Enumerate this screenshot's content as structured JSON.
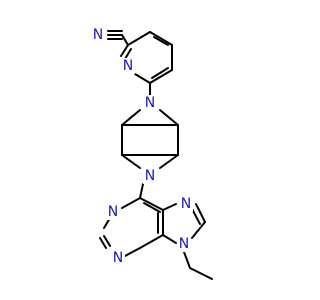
{
  "molecule": {
    "atom_labels": {
      "nitrile_n": "N",
      "pyridine_n": "N",
      "pyrrolidine_n1": "N",
      "pyrrolidine_n2": "N",
      "purine_n7": "N",
      "purine_n1": "N",
      "purine_n3": "N",
      "purine_n9": "N"
    },
    "colors": {
      "bond": "#000000",
      "nitrogen": "#1a1ab8",
      "background": "#ffffff"
    }
  }
}
